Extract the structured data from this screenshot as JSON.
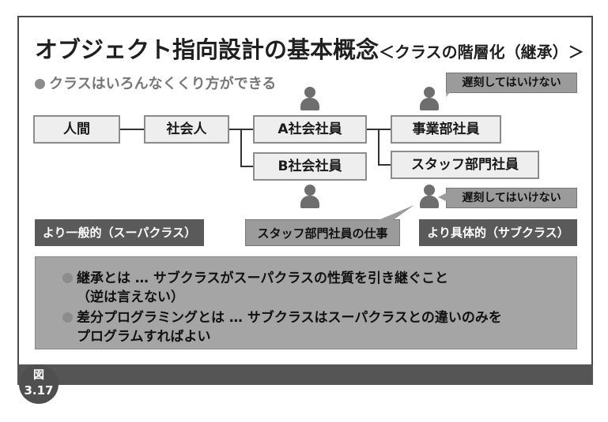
{
  "title": {
    "main": "オブジェクト指向設計の基本概念",
    "sub": "＜クラスの階層化（継承）＞"
  },
  "subheading": "クラスはいろんなくくり方ができる",
  "boxes": {
    "human": "人間",
    "adult": "社会人",
    "a_employee": "A社会社員",
    "b_employee": "B社会社員",
    "business_dept": "事業部社員",
    "staff_dept": "スタッフ部門社員"
  },
  "callouts": {
    "top": "遅刻してはいけない",
    "bottom": "遅刻してはいけない",
    "staff_work": "スタッフ部門社員の仕事"
  },
  "labels": {
    "general": "より一般的（スーパクラス）",
    "specific": "より具体的（サブクラス）"
  },
  "notes": {
    "inheritance_line1": "継承とは … サブクラスがスーパクラスの性質を引き継ぐこと",
    "inheritance_line2": "（逆は言えない）",
    "diff_line1": "差分プログラミングとは … サブクラスはスーパクラスとの違いのみを",
    "diff_line2": "プログラムすればよい"
  },
  "figure": {
    "kanji": "図",
    "number": "3.17"
  }
}
